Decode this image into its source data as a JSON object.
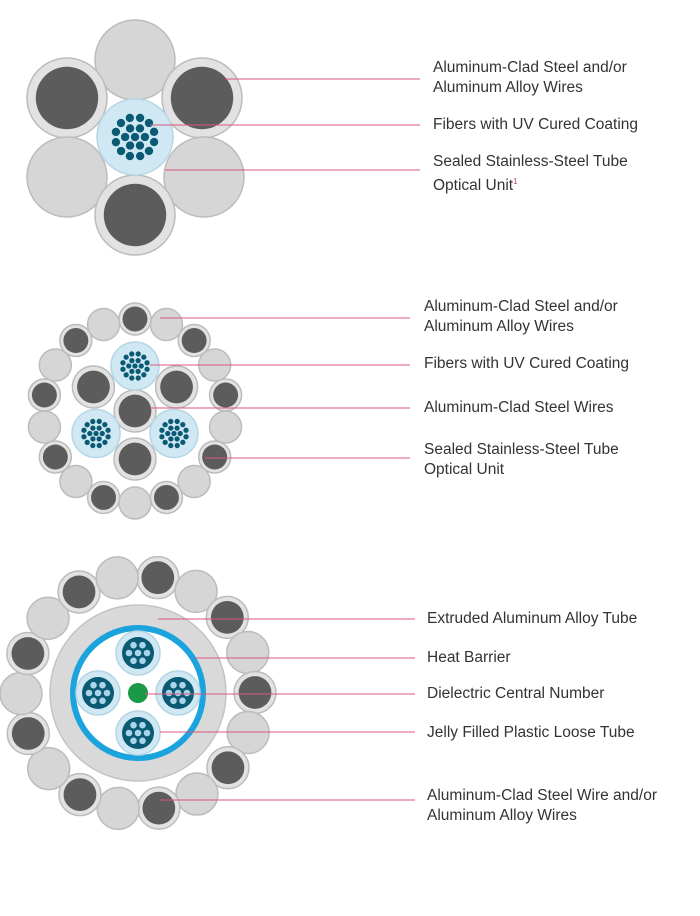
{
  "colors": {
    "leader": "#d9577e",
    "light": "#d6d6d6",
    "dark": "#5c5c5c",
    "ring": "#e2e2e2",
    "tube": "#cfe8f3",
    "fiber": "#0b5a74",
    "barrier": "#1aa3dd",
    "core": "#1a9a48"
  },
  "diagrams": [
    {
      "labels": [
        {
          "line1": "Aluminum-Clad Steel and/or",
          "line2": "Aluminum Alloy Wires"
        },
        {
          "line1": "Fibers with UV Cured Coating",
          "line2": ""
        },
        {
          "line1": "Sealed Stainless-Steel Tube",
          "line2": "Optical Unit",
          "footnote": "1"
        }
      ]
    },
    {
      "labels": [
        {
          "line1": "Aluminum-Clad Steel and/or",
          "line2": "Aluminum Alloy Wires"
        },
        {
          "line1": "Fibers with UV Cured Coating",
          "line2": ""
        },
        {
          "line1": "Aluminum-Clad Steel Wires",
          "line2": ""
        },
        {
          "line1": "Sealed Stainless-Steel Tube",
          "line2": "Optical Unit"
        }
      ]
    },
    {
      "labels": [
        {
          "line1": "Extruded Aluminum Alloy Tube",
          "line2": ""
        },
        {
          "line1": "Heat Barrier",
          "line2": ""
        },
        {
          "line1": "Dielectric Central Number",
          "line2": ""
        },
        {
          "line1": "Jelly Filled Plastic Loose Tube",
          "line2": ""
        },
        {
          "line1": "Aluminum-Clad Steel Wire and/or",
          "line2": "Aluminum Alloy Wires"
        }
      ]
    }
  ]
}
